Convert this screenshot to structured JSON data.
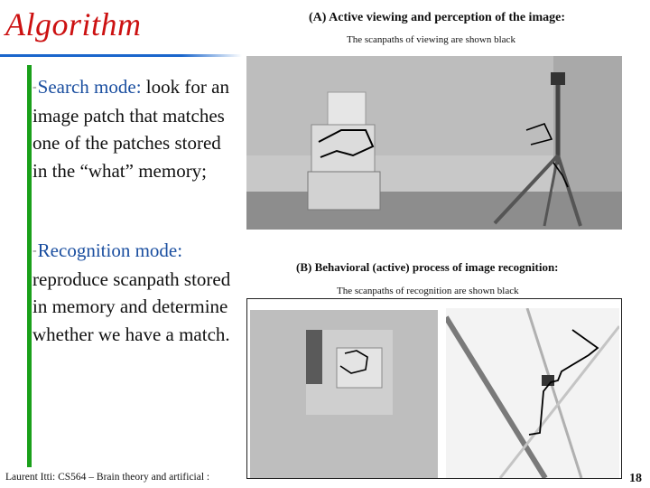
{
  "slide": {
    "title": "Algorithm",
    "page_number": "18",
    "footer": "Laurent Itti: CS564 – Brain theory and artificial :"
  },
  "bullets": [
    {
      "dash": "-",
      "mode": "Search mode:",
      "text": "  look for an image patch that matches one of the patches stored in the “what” memory;"
    },
    {
      "dash": "-",
      "mode": "Recognition mode:",
      "text": " reproduce scanpath stored in memory and determine whether we have a match."
    }
  ],
  "figure_a": {
    "caption": "(A) Active viewing and perception of the image:",
    "subcaption": "The scanpaths of viewing are shown black"
  },
  "figure_b": {
    "caption": "(B) Behavioral (active) process of image recognition:",
    "subcaption": "The scanpaths of recognition are shown black"
  },
  "colors": {
    "title": "#cc1111",
    "rule": "#1a66cc",
    "accent_bar": "#1aa01a",
    "mode_text": "#1b4fa0"
  }
}
